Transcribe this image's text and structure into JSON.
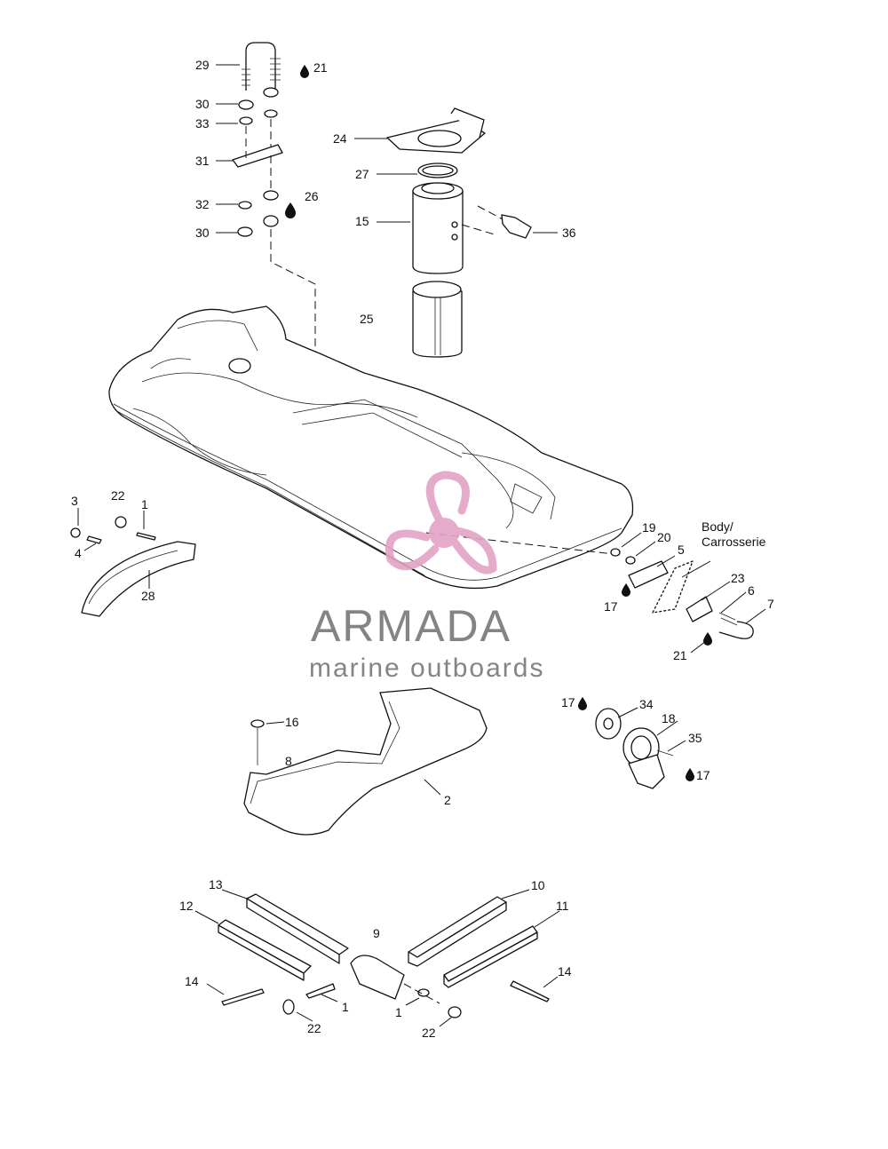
{
  "callouts": [
    {
      "id": "c29",
      "text": "29"
    },
    {
      "id": "c21a",
      "text": "21"
    },
    {
      "id": "c30a",
      "text": "30"
    },
    {
      "id": "c33",
      "text": "33"
    },
    {
      "id": "c31",
      "text": "31"
    },
    {
      "id": "c32",
      "text": "32"
    },
    {
      "id": "c26",
      "text": "26"
    },
    {
      "id": "c30b",
      "text": "30"
    },
    {
      "id": "c24",
      "text": "24"
    },
    {
      "id": "c27",
      "text": "27"
    },
    {
      "id": "c15",
      "text": "15"
    },
    {
      "id": "c36",
      "text": "36"
    },
    {
      "id": "c25",
      "text": "25"
    },
    {
      "id": "c3",
      "text": "3"
    },
    {
      "id": "c22a",
      "text": "22"
    },
    {
      "id": "c1a",
      "text": "1"
    },
    {
      "id": "c4",
      "text": "4"
    },
    {
      "id": "c28",
      "text": "28"
    },
    {
      "id": "c19",
      "text": "19"
    },
    {
      "id": "c20",
      "text": "20"
    },
    {
      "id": "c5",
      "text": "5"
    },
    {
      "id": "c17a",
      "text": "17"
    },
    {
      "id": "c23",
      "text": "23"
    },
    {
      "id": "c6",
      "text": "6"
    },
    {
      "id": "c7",
      "text": "7"
    },
    {
      "id": "c21b",
      "text": "21"
    },
    {
      "id": "c17b",
      "text": "17"
    },
    {
      "id": "c34",
      "text": "34"
    },
    {
      "id": "c18",
      "text": "18"
    },
    {
      "id": "c35",
      "text": "35"
    },
    {
      "id": "c17c",
      "text": "17"
    },
    {
      "id": "c16",
      "text": "16"
    },
    {
      "id": "c8",
      "text": "8"
    },
    {
      "id": "c2",
      "text": "2"
    },
    {
      "id": "c13",
      "text": "13"
    },
    {
      "id": "c10",
      "text": "10"
    },
    {
      "id": "c12",
      "text": "12"
    },
    {
      "id": "c11",
      "text": "11"
    },
    {
      "id": "c9",
      "text": "9"
    },
    {
      "id": "c14a",
      "text": "14"
    },
    {
      "id": "c14b",
      "text": "14"
    },
    {
      "id": "c1b",
      "text": "1"
    },
    {
      "id": "c1c",
      "text": "1"
    },
    {
      "id": "c22b",
      "text": "22"
    },
    {
      "id": "c22c",
      "text": "22"
    }
  ],
  "body_label": {
    "line1": "Body/",
    "line2": "Carrosserie"
  },
  "watermark": {
    "brand": "ARMADA",
    "tagline": "marine outboards",
    "logo_color": "#e3a3c6",
    "text_color": "#777777",
    "logo_icon": "propeller-icon"
  }
}
